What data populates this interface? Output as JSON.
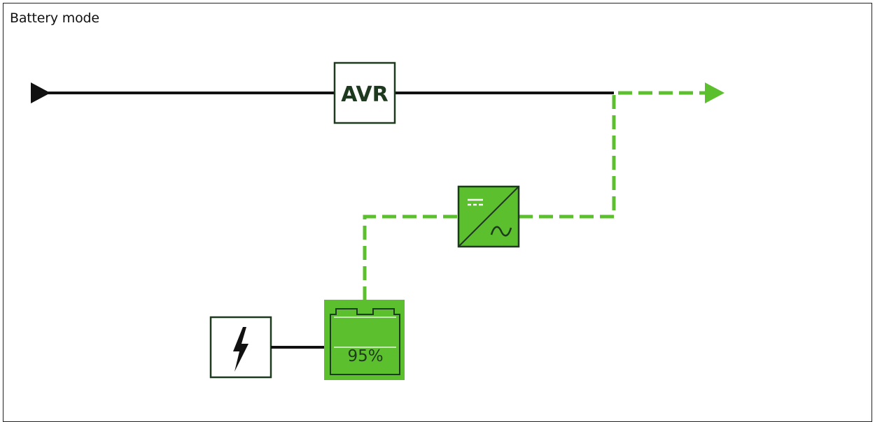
{
  "status": {
    "mode_label": "Battery mode"
  },
  "diagram": {
    "avr_label": "AVR",
    "battery_level": "95%",
    "icons": {
      "input": "triangle-right-icon",
      "output": "triangle-right-icon",
      "avr": "avr-box",
      "inverter": "dc-ac-inverter-icon",
      "charger": "lightning-bolt-icon",
      "battery": "battery-icon"
    },
    "colors": {
      "active": "#5cc02e",
      "inactive": "#111111",
      "box_border": "#1e3a1e"
    }
  }
}
